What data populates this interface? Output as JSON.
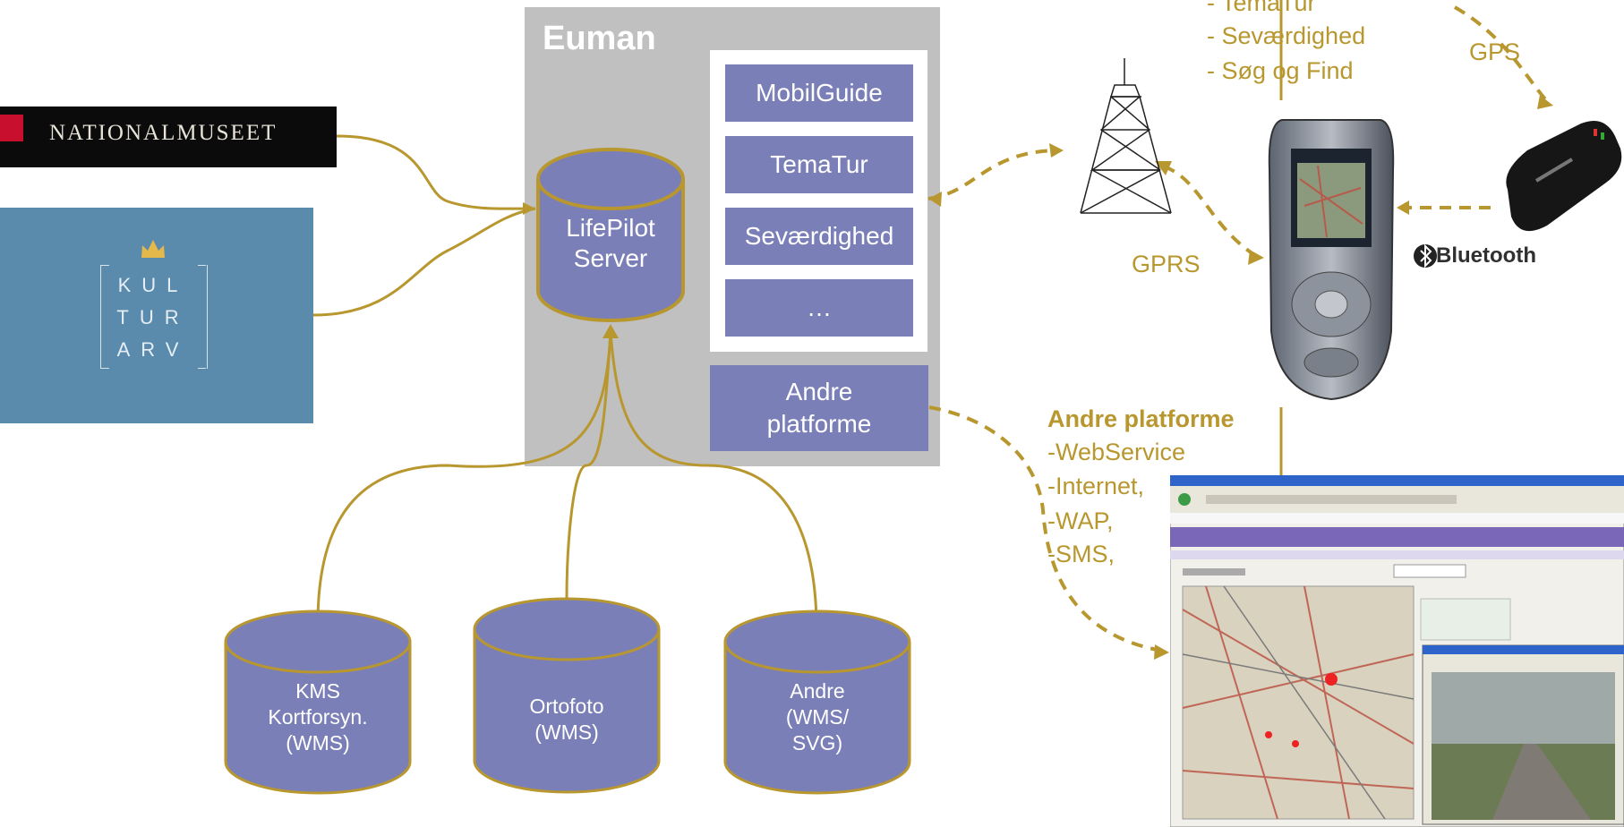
{
  "euman": {
    "title": "Euman",
    "services": [
      "MobilGuide",
      "TemaTur",
      "Seværdighed",
      "…"
    ],
    "other_platforms_line1": "Andre",
    "other_platforms_line2": "platforme"
  },
  "server": {
    "line1": "LifePilot",
    "line2": "Server"
  },
  "sources": [
    {
      "line1": "KMS",
      "line2": "Kortforsyn.",
      "line3": "(WMS)"
    },
    {
      "line1": "Ortofoto",
      "line2": "(WMS)"
    },
    {
      "line1": "Andre",
      "line2": "(WMS/",
      "line3": "SVG)"
    }
  ],
  "logos": {
    "nationalmuseet": "NATIONALMUSEET",
    "kulturarv_rows": [
      "KUL",
      "TUR",
      "ARV"
    ]
  },
  "mobile_features": [
    "- TemaTur",
    "- Seværdighed",
    "- Søg og Find"
  ],
  "labels": {
    "gps": "GPS",
    "gprs": "GPRS",
    "bluetooth": "Bluetooth"
  },
  "platforms": {
    "heading": "Andre platforme",
    "items": [
      "-WebService",
      "-Internet,",
      "-WAP,",
      "-SMS,"
    ]
  },
  "colors": {
    "box": "#7b7fb7",
    "accent": "#b8972f",
    "panel": "#c0c0c0"
  }
}
